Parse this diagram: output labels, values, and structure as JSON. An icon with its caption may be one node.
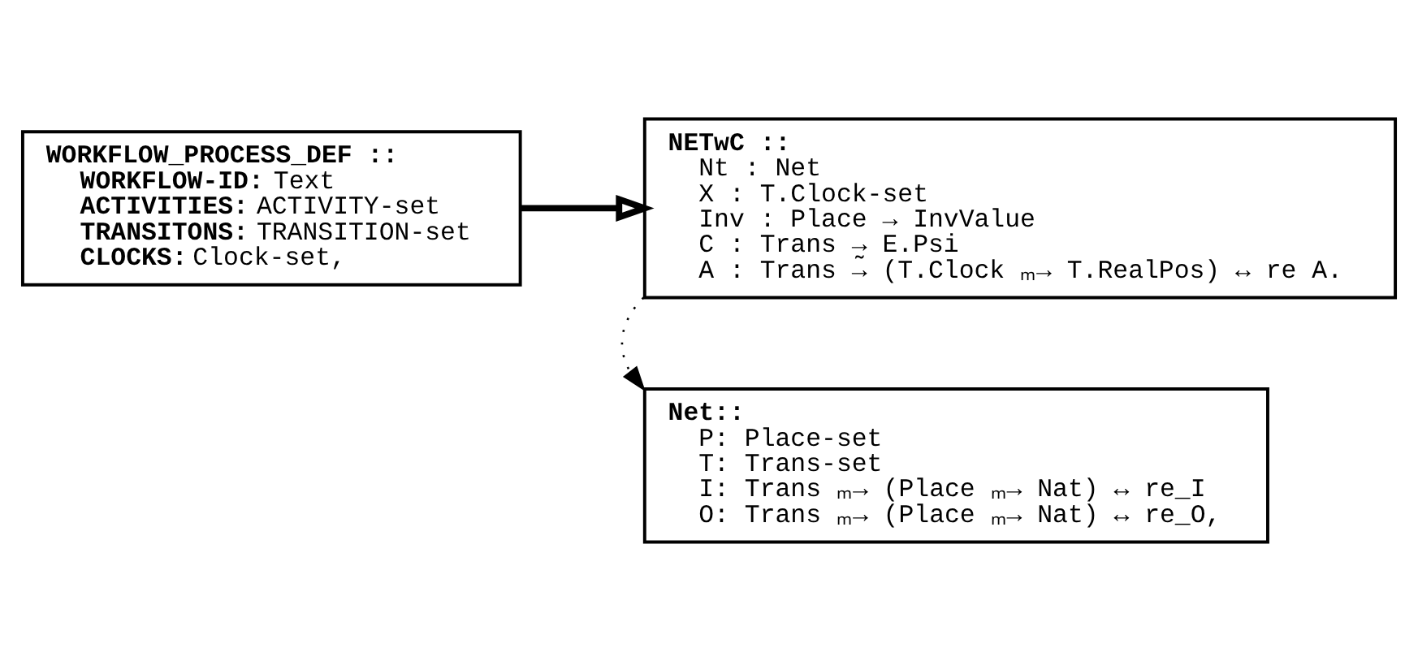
{
  "diagram": {
    "nodes": [
      {
        "text": [
          "WORKFLOW_PROCESS_DEF ::",
          "WORKFLOW-ID: Text",
          "ACTIVITIES: ACTIVITY-set",
          "TRANSITONS: TRANSITION-set",
          "CLOCKS: Clock-set,"
        ]
      },
      {
        "text": [
          "NETwC ::",
          "Nt : Net",
          "X : T.Clock-set",
          "Inv : Place → InvValue",
          "C : Trans → E.Psi",
          "A : Trans →̃ (T.Clock ₘ→ T.RealPos) ↔ re A."
        ]
      },
      {
        "text": [
          "Net::",
          "P: Place-set",
          "T: Trans-set",
          "I: Trans ₘ→ (Place ₘ→ Nat) ↔ re_I",
          "O: Trans ₘ→ (Place ₘ→ Nat) ↔ re_O,"
        ]
      }
    ],
    "edges": [
      {
        "from": 0,
        "to": 1,
        "arrow": "to",
        "style": "thick"
      },
      {
        "from": 1,
        "to": 2,
        "arrow": "to",
        "style": "dashed"
      }
    ]
  }
}
